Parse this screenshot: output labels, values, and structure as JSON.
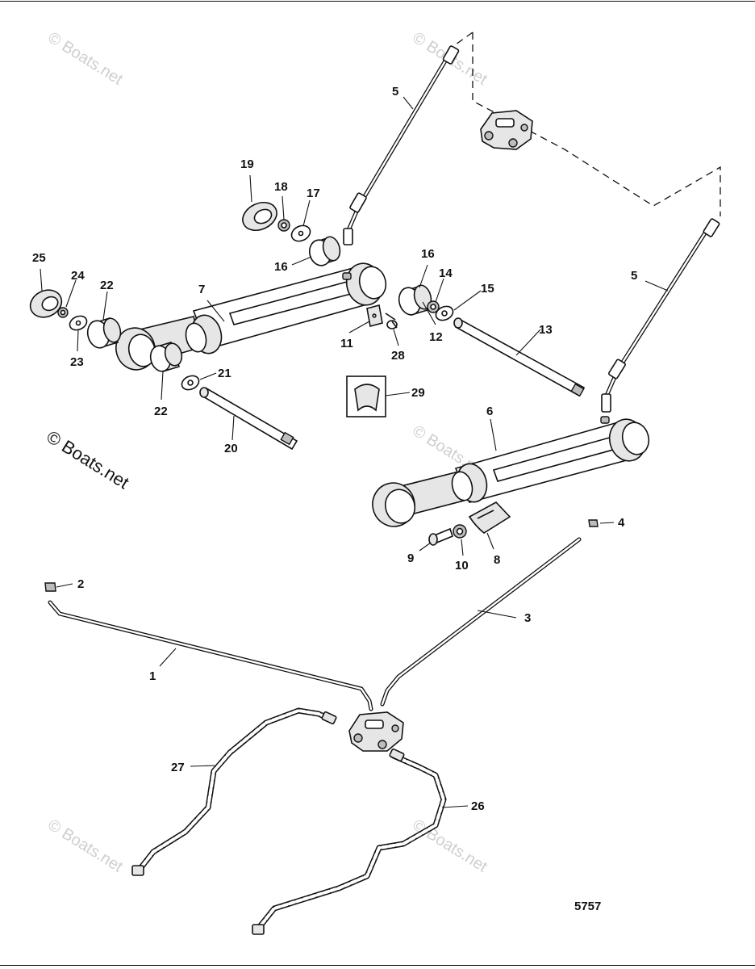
{
  "diagram": {
    "figure_number": "5757",
    "watermark_text": "© Boats.net",
    "callouts": [
      "1",
      "2",
      "3",
      "4",
      "5",
      "5",
      "6",
      "7",
      "8",
      "9",
      "10",
      "11",
      "12",
      "13",
      "14",
      "15",
      "16",
      "16",
      "17",
      "18",
      "19",
      "20",
      "21",
      "22",
      "22",
      "23",
      "24",
      "25",
      "26",
      "27",
      "28",
      "29"
    ]
  }
}
